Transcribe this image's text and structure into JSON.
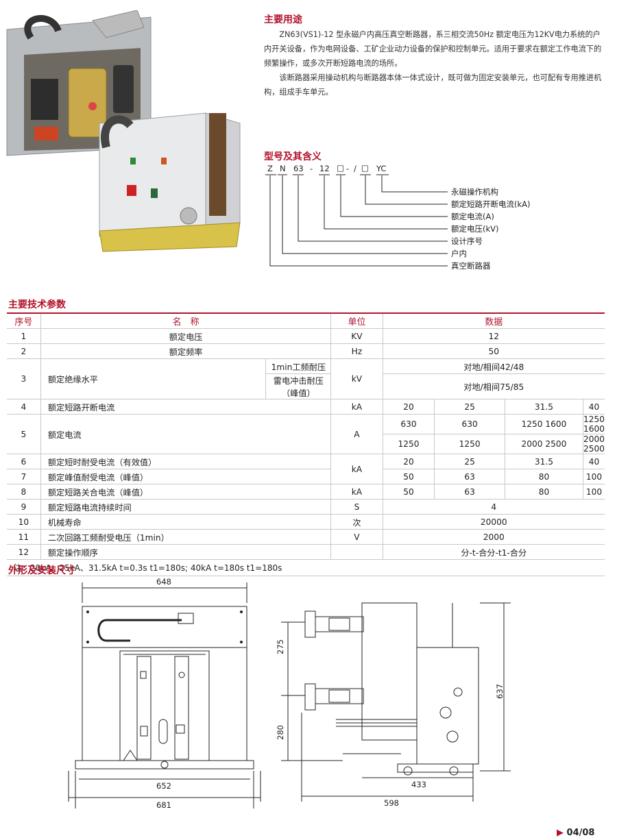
{
  "usage": {
    "title": "主要用途",
    "paragraphs": [
      "ZN63(VS1)-12 型永磁户内高压真空断路器，系三相交流50Hz 额定电压为12KV电力系统的户内开关设备，作为电网设备、工矿企业动力设备的保护和控制单元。适用于要求在额定工作电流下的频繁操作，或多次开断短路电流的场所。",
      "该断路器采用操动机构与断路器本体一体式设计，既可做为固定安装单元，也可配有专用推进机构，组成手车单元。"
    ]
  },
  "model": {
    "title": "型号及其含义",
    "code_parts": [
      "Z",
      "N",
      "63",
      "-",
      "12",
      "□",
      "-",
      "/",
      "□",
      "YC"
    ],
    "labels": [
      "永磁操作机构",
      "额定短路开断电流(kA)",
      "额定电流(A)",
      "额定电压(kV)",
      "设计序号",
      "户内",
      "真空断路器"
    ]
  },
  "specs": {
    "title": "主要技术参数",
    "headers": [
      "序号",
      "名　称",
      "单位",
      "数据"
    ],
    "rows": {
      "r1": {
        "no": "1",
        "name": "额定电压",
        "unit": "KV",
        "val": "12"
      },
      "r2": {
        "no": "2",
        "name": "额定频率",
        "unit": "Hz",
        "val": "50"
      },
      "r3": {
        "no": "3",
        "name": "额定绝缘水平",
        "sub1": "1min工频耐压",
        "sub2": "雷电冲击耐压（峰值）",
        "unit": "kV",
        "val1": "对地/相间42/48",
        "val2": "对地/相间75/85"
      },
      "r4": {
        "no": "4",
        "name": "额定短路开断电流",
        "unit": "kA",
        "vals": [
          "20",
          "25",
          "31.5",
          "40"
        ]
      },
      "r5": {
        "no": "5",
        "name": "额定电流",
        "unit": "A",
        "vals_a": [
          "630",
          "630",
          "1250  1600",
          "1250  1600"
        ],
        "vals_b": [
          "1250",
          "1250",
          "2000  2500",
          "2000  2500"
        ]
      },
      "r6": {
        "no": "6",
        "name": "额定短时耐受电流（有效值）",
        "unit": "kA",
        "vals": [
          "20",
          "25",
          "31.5",
          "40"
        ]
      },
      "r7": {
        "no": "7",
        "name": "额定峰值耐受电流（峰值）",
        "vals": [
          "50",
          "63",
          "80",
          "100"
        ]
      },
      "r8": {
        "no": "8",
        "name": "额定短路关合电流（峰值）",
        "unit": "kA",
        "vals": [
          "50",
          "63",
          "80",
          "100"
        ]
      },
      "r9": {
        "no": "9",
        "name": "额定短路电流持续时间",
        "unit": "S",
        "val": "4"
      },
      "r10": {
        "no": "10",
        "name": "机械寿命",
        "unit": "次",
        "val": "20000"
      },
      "r11": {
        "no": "11",
        "name": "二次回路工频耐受电压（1min）",
        "unit": "V",
        "val": "2000"
      },
      "r12": {
        "no": "12",
        "name": "额定操作顺序",
        "unit": "",
        "val": "分-t-合分-t1-合分"
      }
    },
    "note": "注：20kA、25kA、31.5kA  t=0.3s t1=180s; 40kA t=180s t1=180s"
  },
  "dimensions": {
    "title": "外形及安装尺寸",
    "front": {
      "top_width": "648",
      "inner_width": "652",
      "outer_width": "681"
    },
    "side": {
      "upper_height": "275",
      "lower_height": "280",
      "total_height": "637",
      "depth_inner": "433",
      "depth_total": "598"
    }
  },
  "page_number": "04/08",
  "colors": {
    "accent": "#b3122a"
  }
}
